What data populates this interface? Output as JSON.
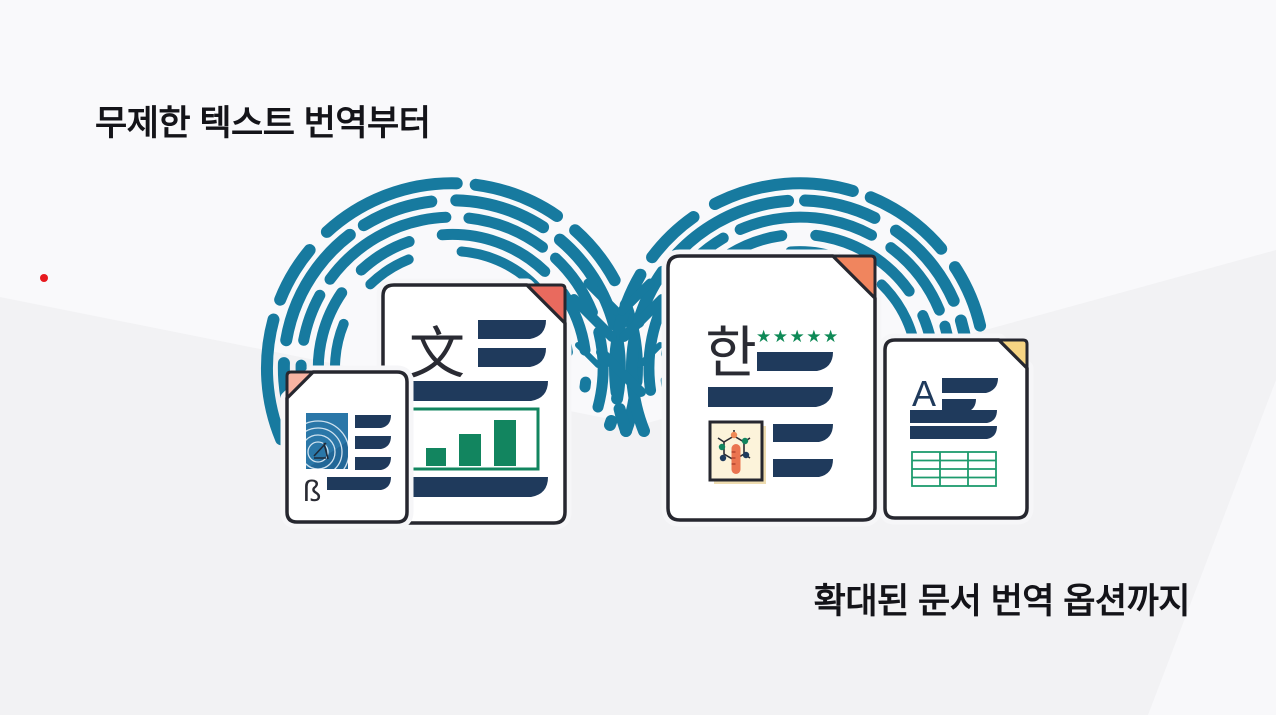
{
  "slide": {
    "headline_top": "무제한 텍스트 번역부터",
    "headline_bottom": "확대된 문서 번역 옵션까지"
  },
  "illustration": {
    "loop": {
      "shape": "infinity-dashed-loop",
      "color": "#177a9f"
    },
    "documents": [
      {
        "id": "doc-beta",
        "glyph": "ß",
        "fold": "top-left",
        "fold_color": "#f8b3a2",
        "features": [
          "photo-thumbnail",
          "text-lines"
        ]
      },
      {
        "id": "doc-cjk",
        "glyph": "文",
        "fold": "top-right",
        "fold_color": "#e96a5e",
        "features": [
          "text-lines",
          "bar-chart"
        ],
        "chart_bar_heights": [
          18,
          32,
          46
        ]
      },
      {
        "id": "doc-korean",
        "glyph": "한",
        "stars": "★★★★★",
        "fold": "top-right",
        "fold_color": "#f0855e",
        "features": [
          "rating-stars",
          "text-lines",
          "science-figure"
        ]
      },
      {
        "id": "doc-latin",
        "glyph": "A",
        "fold": "top-right",
        "fold_color": "#f6d483",
        "features": [
          "text-lines",
          "data-table"
        ],
        "table": {
          "columns": 3,
          "rows": 4
        }
      }
    ],
    "colors": {
      "teal": "#177a9f",
      "navy": "#1f3a5c",
      "ink": "#26272f",
      "chart_green": "#12855f",
      "star_green": "#0f8a57",
      "table_green": "#1d9b6d",
      "fold_salmon": "#f8b3a2",
      "fold_red": "#e96a5e",
      "fold_orange": "#f0855e",
      "fold_yellow": "#f6d483",
      "photo_blue": "#2a77a8",
      "science_cream": "#fcf3da",
      "background": "#f2f2f4",
      "accent_dot": "#e7191f"
    }
  }
}
